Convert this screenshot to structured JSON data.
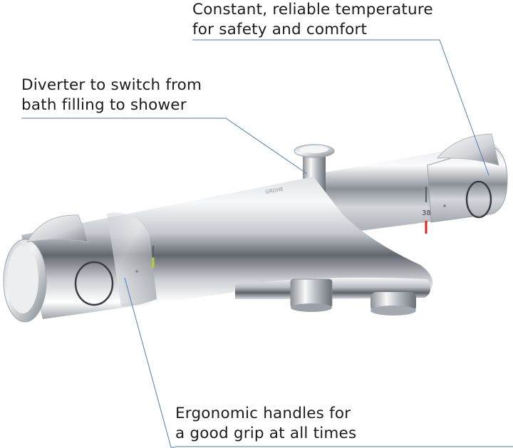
{
  "callouts": {
    "temperature": {
      "line1": "Constant, reliable temperature",
      "line2": "for safety and comfort"
    },
    "diverter": {
      "line1": "Diverter to switch from",
      "line2": "bath filling to shower"
    },
    "handles": {
      "line1": "Ergonomic handles for",
      "line2": "a good grip at all times"
    }
  },
  "product": {
    "brand_mark": "GROHE",
    "temperature_marking": "38"
  },
  "colors": {
    "chrome_dark": "#5c6168",
    "chrome_mid": "#a9aeb4",
    "chrome_light": "#eef0f2",
    "leader_line": "#4a7fb0",
    "safety_stop": "#d9261c",
    "eco_marker": "#b7d12a"
  }
}
